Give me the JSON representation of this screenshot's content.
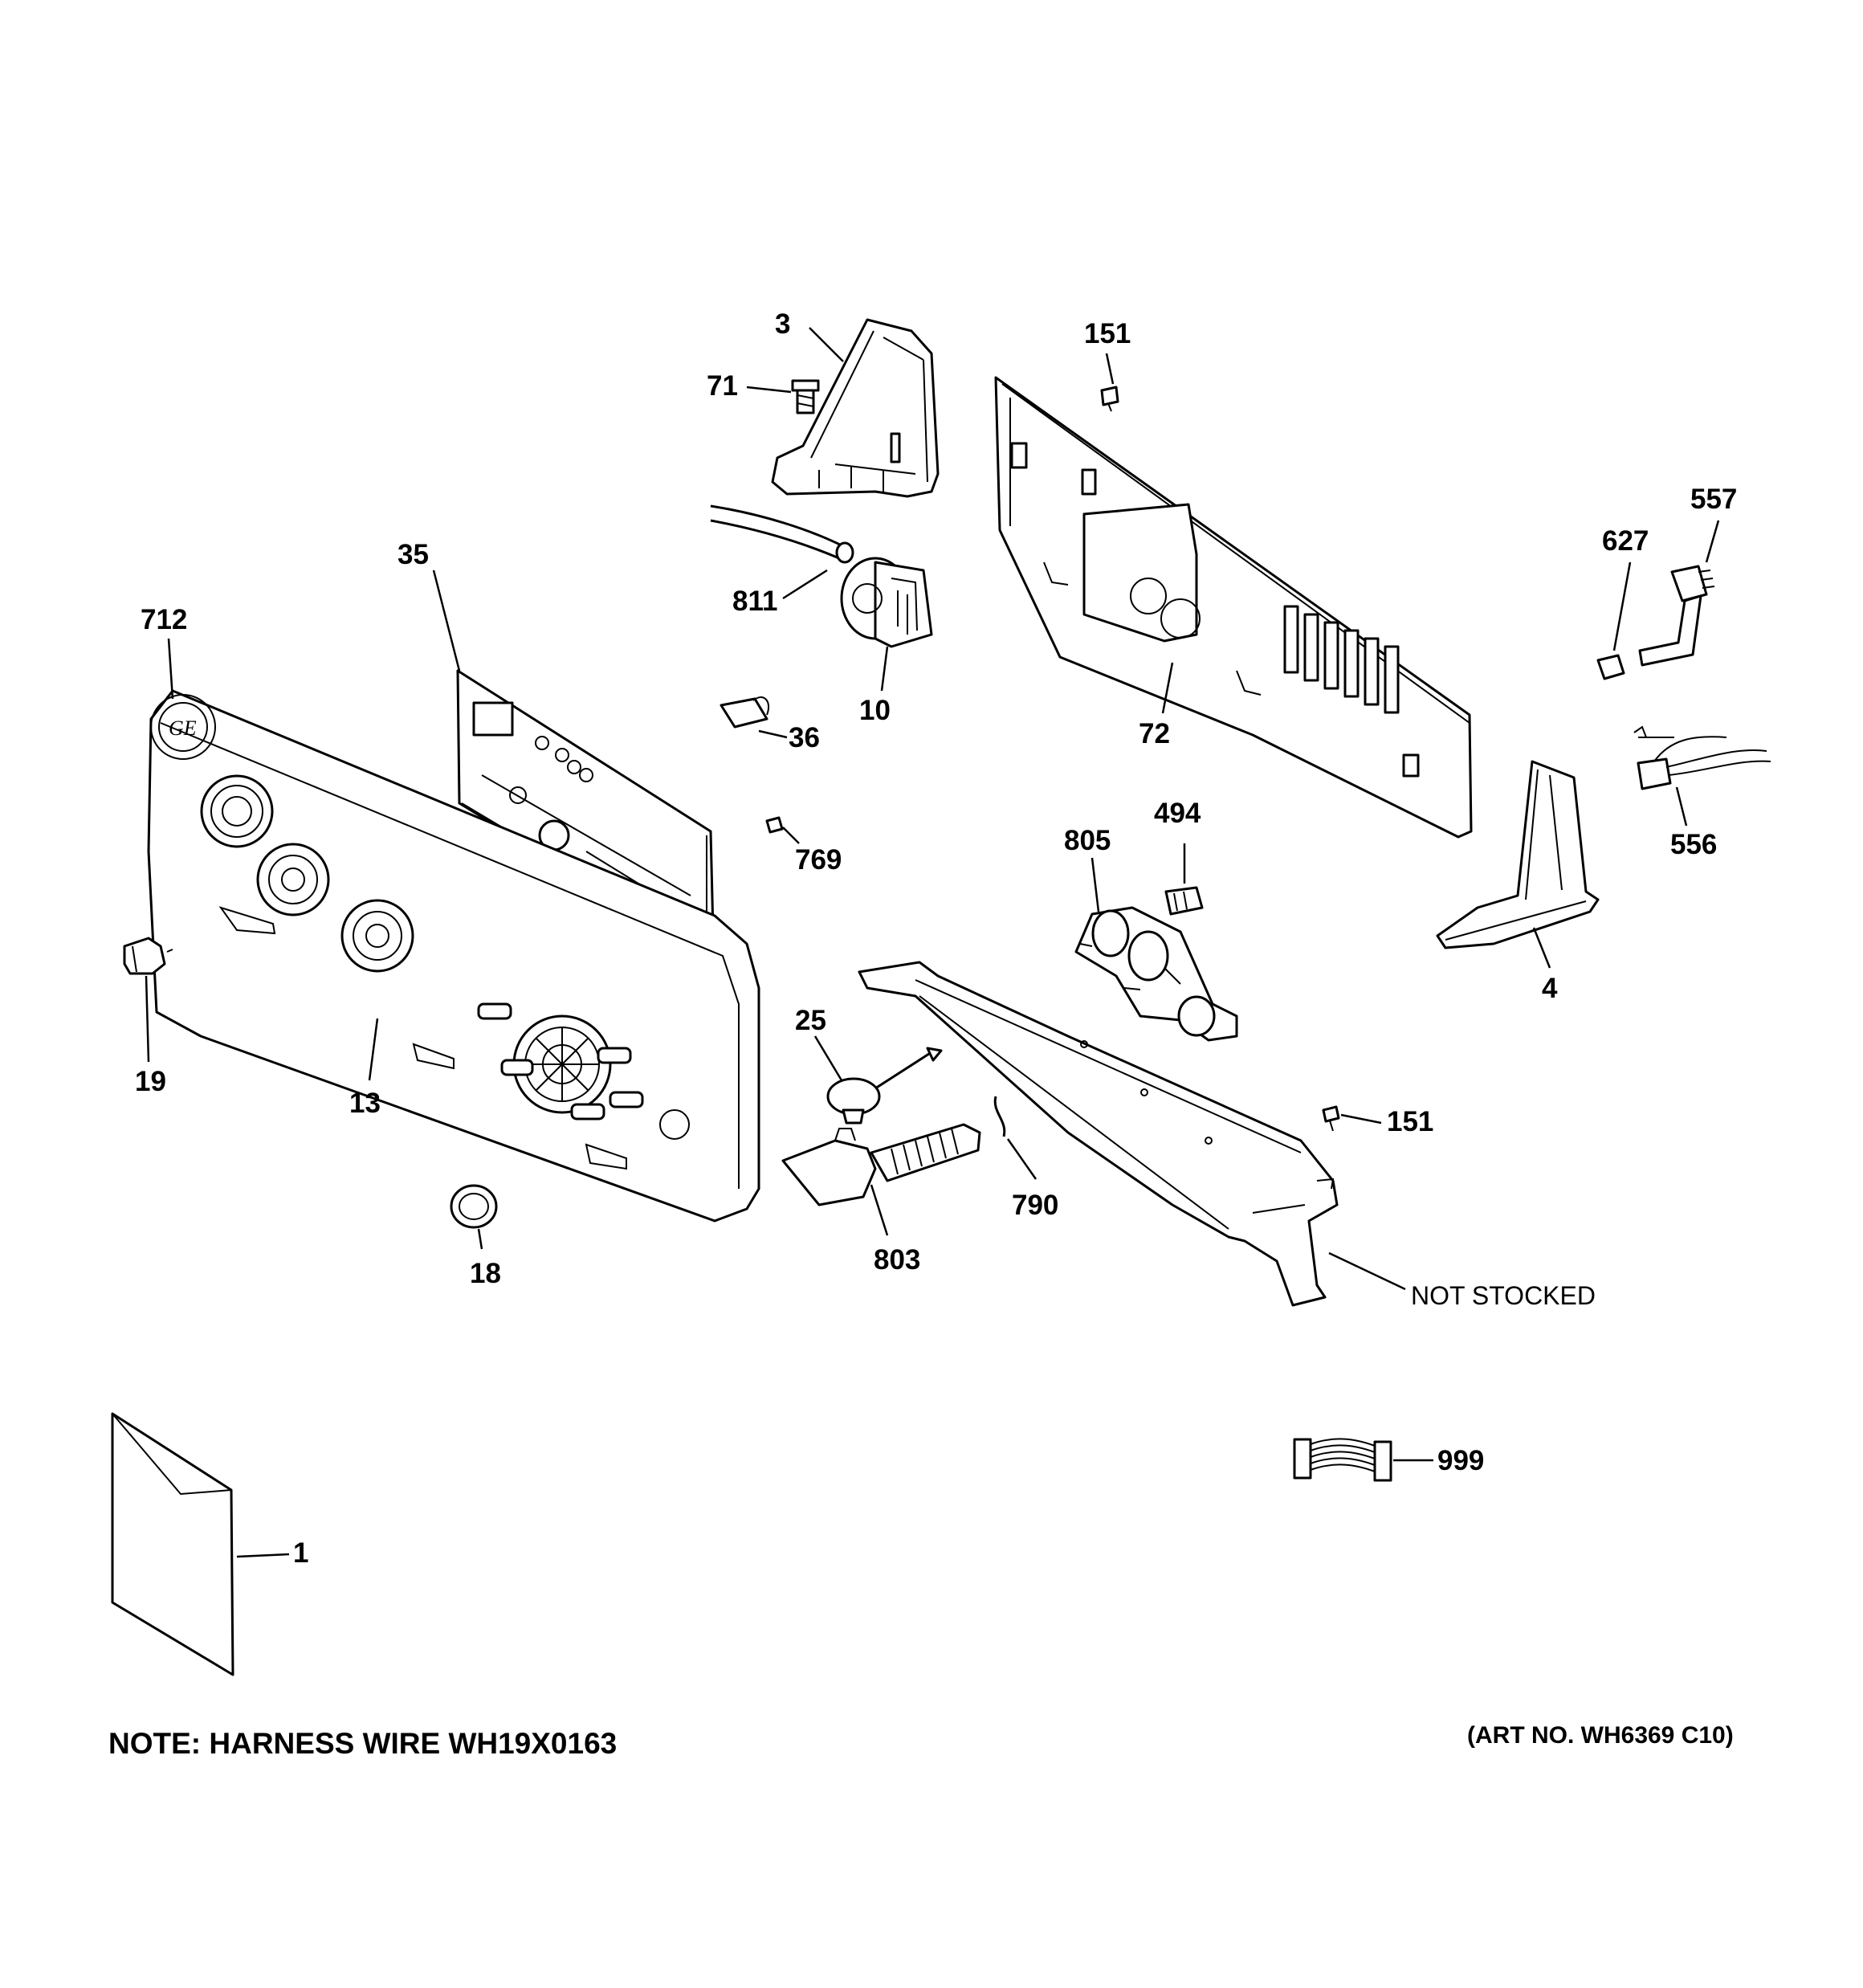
{
  "diagram": {
    "callouts": {
      "c3": "3",
      "c71": "71",
      "c151a": "151",
      "c557": "557",
      "c627": "627",
      "c811": "811",
      "c10": "10",
      "c35": "35",
      "c712": "712",
      "c36": "36",
      "c72": "72",
      "c769": "769",
      "c556": "556",
      "c805": "805",
      "c494": "494",
      "c4": "4",
      "c25": "25",
      "c19": "19",
      "c13": "13",
      "c151b": "151",
      "c790": "790",
      "c803": "803",
      "c18": "18",
      "not_stocked": "NOT STOCKED",
      "c999": "999",
      "c1": "1"
    },
    "note": "NOTE: HARNESS WIRE WH19X0163",
    "art_no": "(ART NO. WH6369 C10)"
  }
}
